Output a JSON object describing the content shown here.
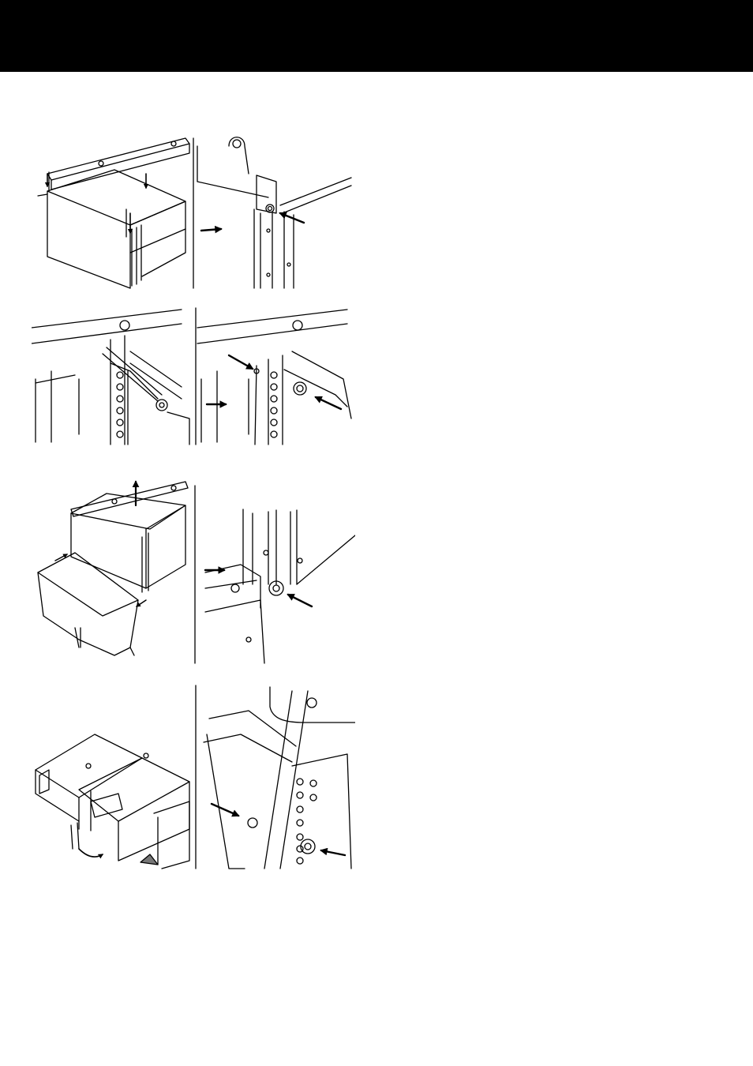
{
  "page": {
    "background": "#ffffff",
    "header_bar_color": "#000000",
    "line_color": "#000000"
  },
  "figure": {
    "rows": [
      {
        "left": "loudspeaker-with-rigging-frame",
        "right": "rigging-pin-detail"
      },
      {
        "left": "link-bar-pin-removed",
        "right": "link-bar-pin-inserted"
      },
      {
        "left": "lifting-second-cabinet",
        "right": "rear-pin-detail"
      },
      {
        "left": "cabinet-pair-hinged",
        "right": "rear-link-detail"
      }
    ]
  }
}
